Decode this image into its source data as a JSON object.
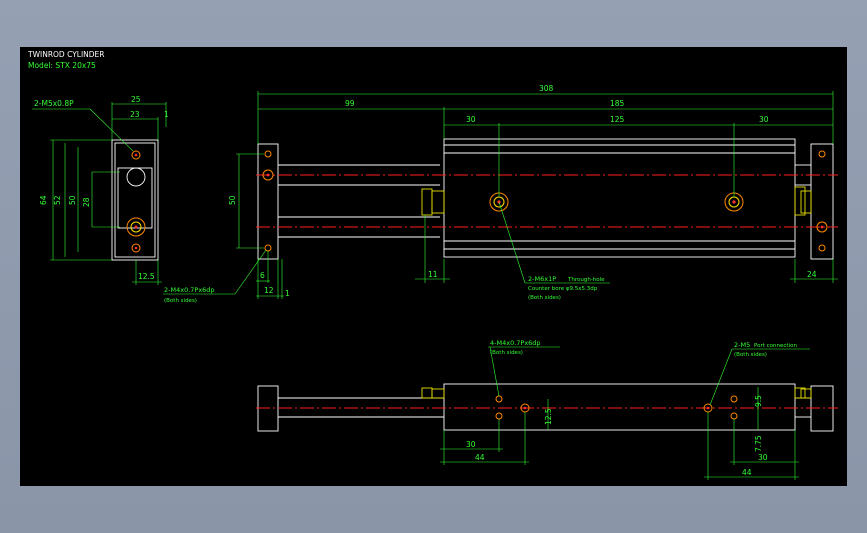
{
  "title": "TWINROD CYLINDER",
  "model": "Model: STX  20x75",
  "dims": {
    "overall": "308",
    "d99": "99",
    "d185": "185",
    "d30a": "30",
    "d125": "125",
    "d30b": "30",
    "d24": "24",
    "d11": "11",
    "d50": "50",
    "d6": "6",
    "d12": "12",
    "d1a": "1",
    "end_25": "25",
    "end_23": "23",
    "end_1": "1",
    "end_64": "64",
    "end_52": "52",
    "end_50": "50",
    "end_28": "28",
    "end_12_5": "12.5",
    "bot_30a": "30",
    "bot_44a": "44",
    "bot_12_5": "12.5",
    "bot_9_5": "9.5",
    "bot_7_75": "7.75",
    "bot_30b": "30",
    "bot_44b": "44"
  },
  "notes": {
    "m5": "2-M5x0.8P",
    "m4_line1": "2-M4x0.7Px6dp",
    "m4_line2": "(Both sides)",
    "m6_line1": "2-M6x1P",
    "m6_line1b": "Through-hole",
    "m6_line2": "Counter bore φ9.5x5.3dp",
    "m6_line3": "(Both sides)",
    "m4b_line1": "4-M4x0.7Px6dp",
    "m4b_line2": "(Both sides)",
    "m5b_line1": "2-M5",
    "m5b_line1b": "Port connection",
    "m5b_line2": "(Both sides)"
  }
}
